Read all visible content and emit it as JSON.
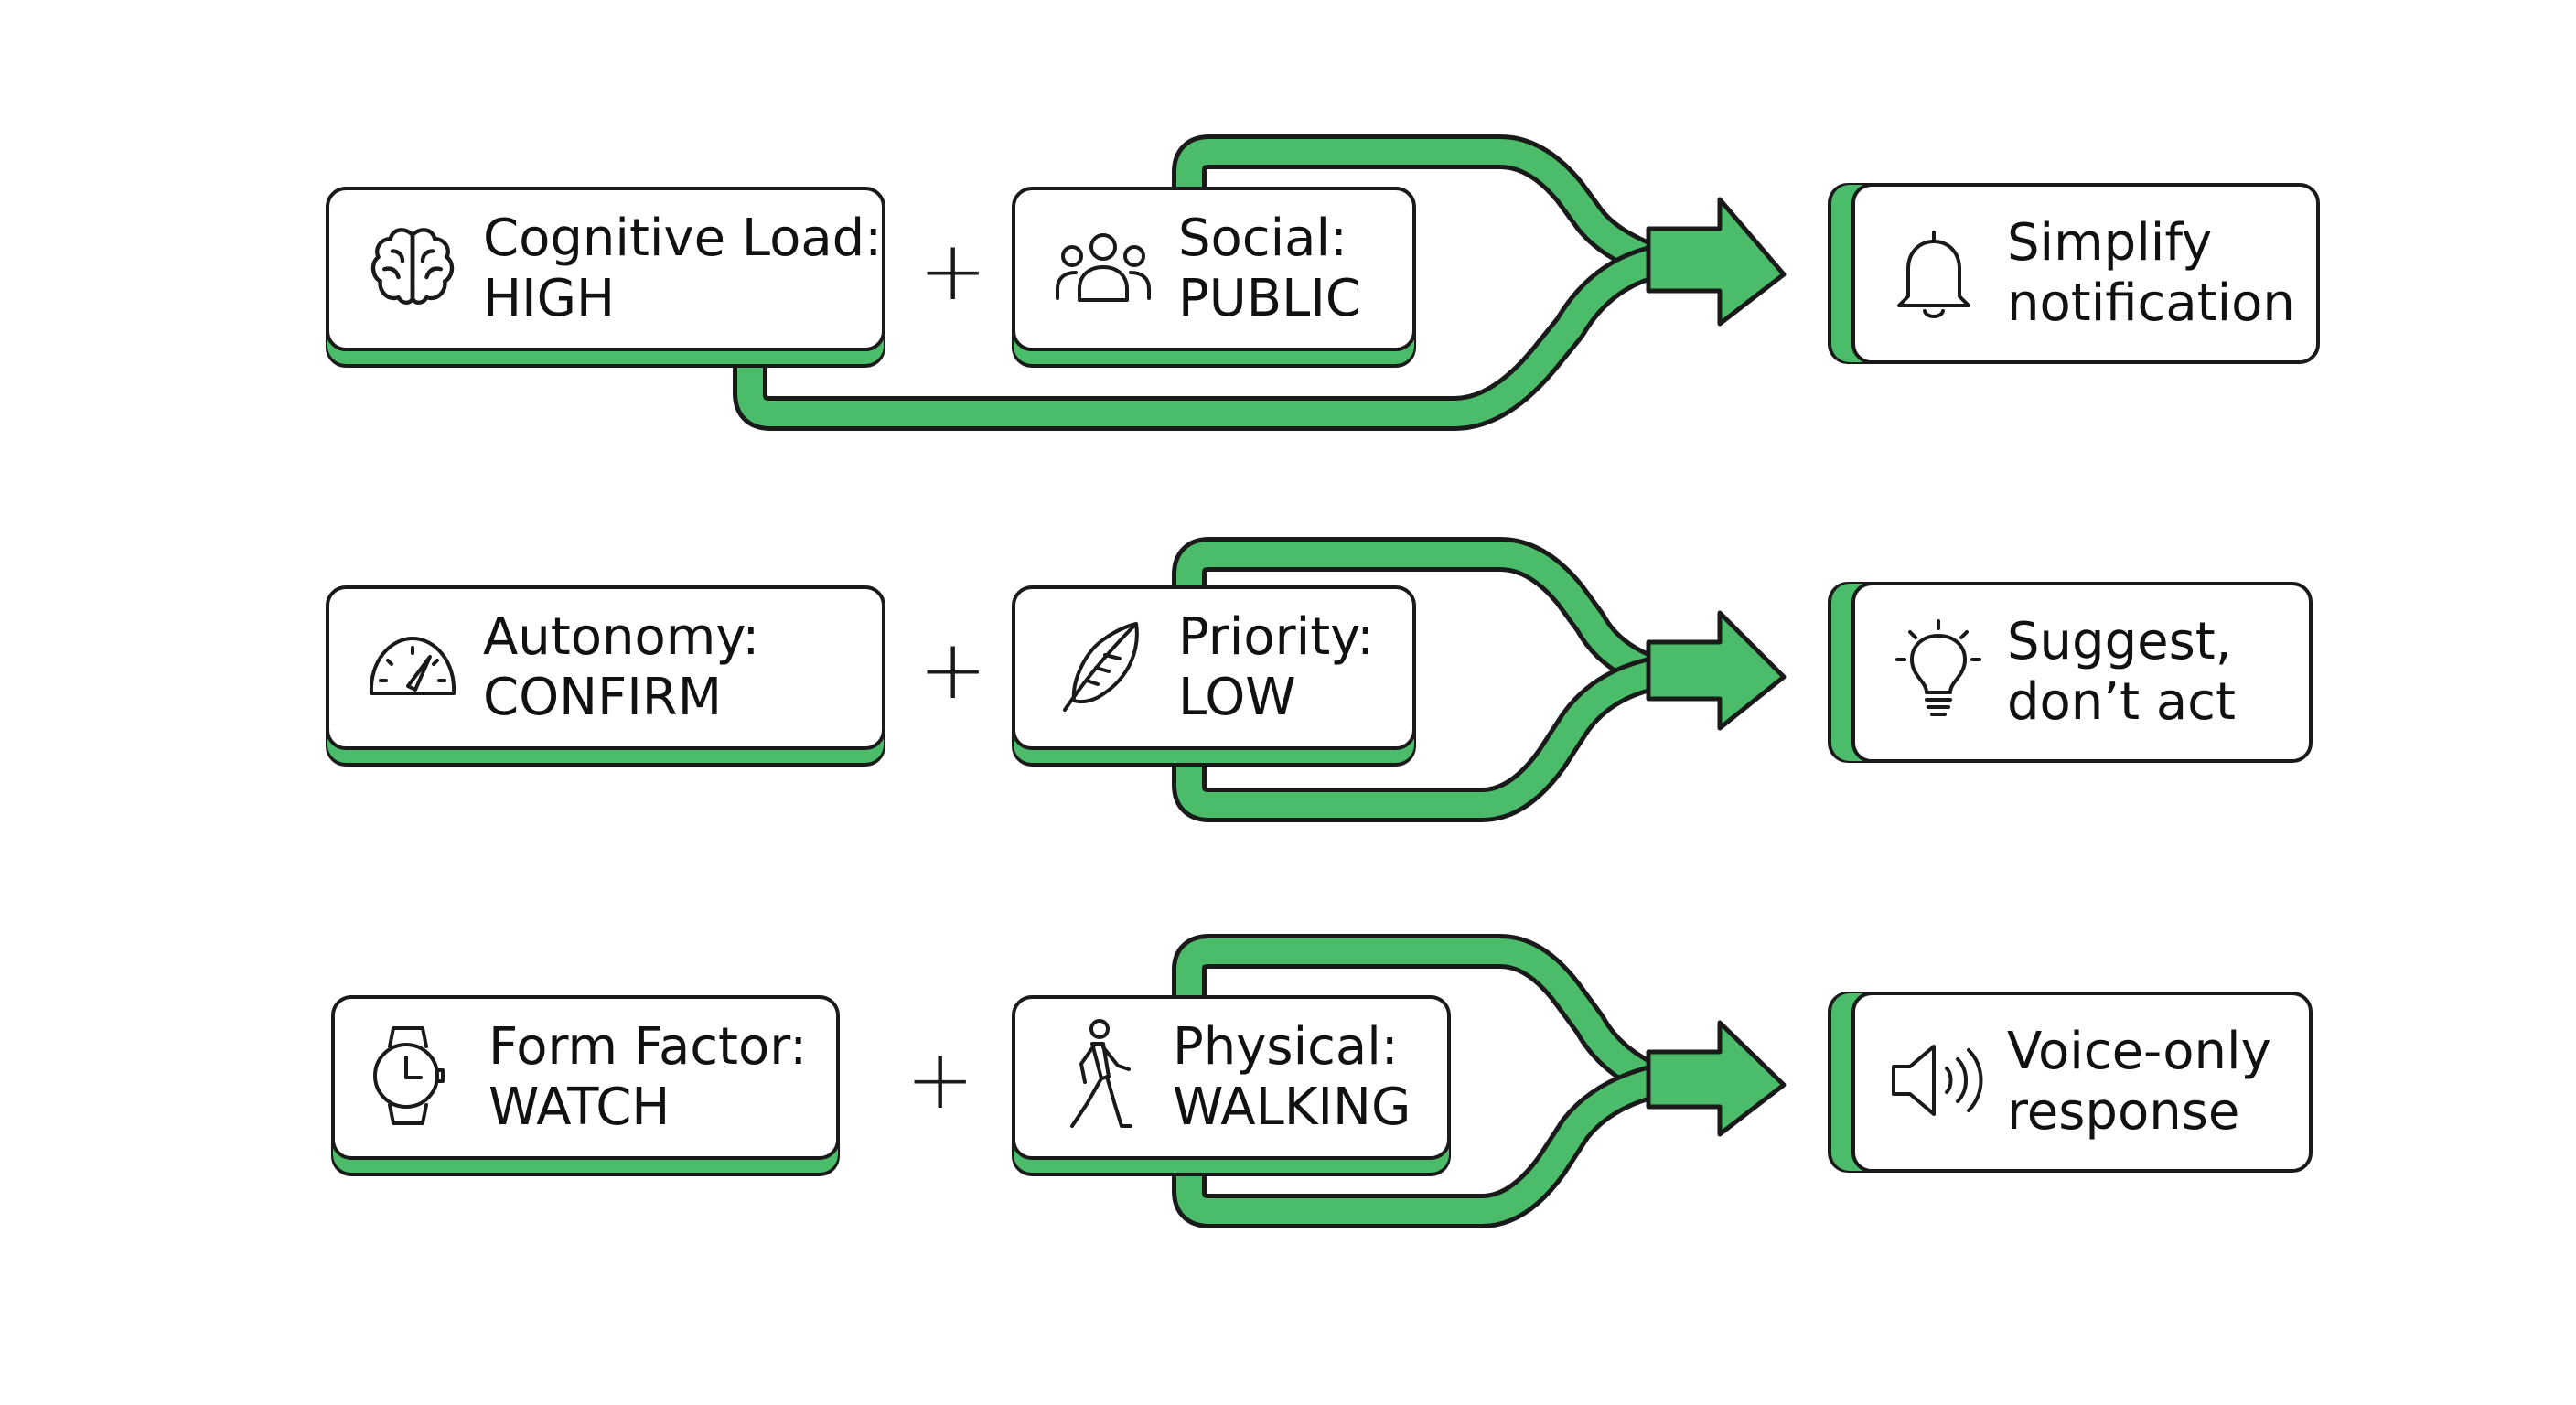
{
  "rows": [
    {
      "factor_a": {
        "line1": "Cognitive Load:",
        "line2": "HIGH",
        "icon": "brain-icon"
      },
      "operator": "+",
      "factor_b": {
        "line1": "Social:",
        "line2": "PUBLIC",
        "icon": "people-icon"
      },
      "result": {
        "line1": "Simplify",
        "line2": "notification",
        "icon": "bell-icon"
      }
    },
    {
      "factor_a": {
        "line1": "Autonomy:",
        "line2": "CONFIRM",
        "icon": "gauge-icon"
      },
      "operator": "+",
      "factor_b": {
        "line1": "Priority:",
        "line2": "LOW",
        "icon": "feather-icon"
      },
      "result": {
        "line1": "Suggest,",
        "line2": "don’t act",
        "icon": "lightbulb-icon"
      }
    },
    {
      "factor_a": {
        "line1": "Form Factor:",
        "line2": "WATCH",
        "icon": "watch-icon"
      },
      "operator": "+",
      "factor_b": {
        "line1": "Physical:",
        "line2": "WALKING",
        "icon": "walking-icon"
      },
      "result": {
        "line1": "Voice-only",
        "line2": "response",
        "icon": "speaker-icon"
      }
    }
  ],
  "colors": {
    "accent": "#4bbd6a",
    "stroke": "#1a1a1a",
    "background": "#ffffff"
  }
}
